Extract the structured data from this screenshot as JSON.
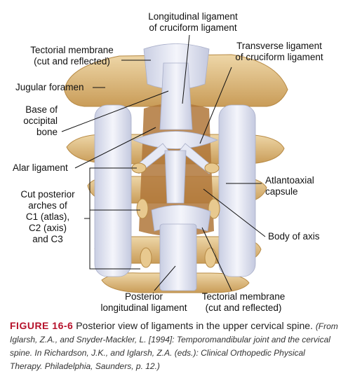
{
  "labels": {
    "longitudinal": [
      "Longitudinal ligament",
      "of cruciform ligament"
    ],
    "tectorial_top": [
      "Tectorial membrane",
      "(cut and reflected)"
    ],
    "transverse": [
      "Transverse ligament",
      "of cruciform ligament"
    ],
    "jugular": "Jugular foramen",
    "occipital": [
      "Base of",
      "occipital",
      "bone"
    ],
    "alar": "Alar ligament",
    "atlantoaxial": [
      "Atlantoaxial",
      "capsule"
    ],
    "cut_arches": [
      "Cut posterior",
      "arches of",
      "C1 (atlas),",
      "C2 (axis)",
      "and C3"
    ],
    "body_axis": "Body of axis",
    "posterior_long": [
      "Posterior",
      "longitudinal ligament"
    ],
    "tectorial_bottom": [
      "Tectorial membrane",
      "(cut and reflected)"
    ]
  },
  "caption": {
    "figure_number": "FIGURE 16-6",
    "title": "Posterior view of ligaments in the upper cervical spine.",
    "citation": "(From Iglarsh, Z.A., and Snyder-Mackler, L. [1994]: Temporomandibular joint and the cervical spine. In Richardson, J.K., and Iglarsh, Z.A. (eds.): Clinical Orthopedic Physical Therapy. Philadelphia, Saunders, p. 12.)"
  },
  "colors": {
    "bone": "#e2c590",
    "bone_dark": "#c79a52",
    "ligament": "#e6e9f5",
    "ligament_shade": "#b9bfd6",
    "brown": "#b0773a",
    "figure_red": "#b6122b"
  }
}
